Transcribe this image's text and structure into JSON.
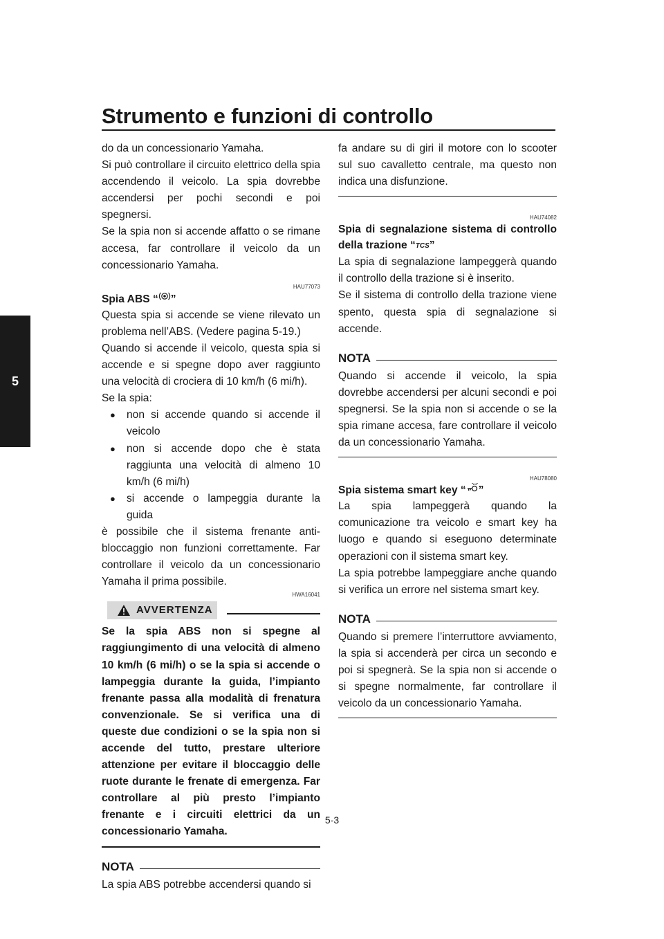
{
  "header": {
    "title": "Strumento e funzioni di controllo"
  },
  "chapter_tab": "5",
  "left_column": {
    "intro_paragraphs": [
      "do da un concessionario Yamaha.",
      "Si può controllare il circuito elettrico della spia accendendo il veicolo. La spia dovrebbe accendersi per pochi secondi e poi spegnersi.",
      "Se la spia non si accende affatto o se rimane accesa, far controllare il veicolo da un concessionario Yamaha."
    ],
    "abs_section": {
      "code": "HAU77073",
      "heading_prefix": "Spia ABS “",
      "heading_suffix": "”",
      "icon": "abs-warning-icon",
      "paragraphs": [
        "Questa spia si accende se viene rilevato un problema nell’ABS. (Vedere pagina 5-19.)",
        "Quando si accende il veicolo, questa spia si accende e si spegne dopo aver raggiunto una velocità di crociera di 10 km/h (6 mi/h).",
        "Se la spia:"
      ],
      "bullets": [
        "non si accende quando si accende il veicolo",
        "non si accende dopo che è stata raggiunta una velocità di almeno 10 km/h (6 mi/h)",
        "si accende o lampeggia durante la guida"
      ],
      "closing": "è possibile che il sistema frenante anti-bloccaggio non funzioni correttamente. Far controllare il veicolo da un concessionario Yamaha il prima possibile."
    },
    "warning": {
      "code": "HWA16041",
      "label": "AVVERTENZA",
      "icon": "warning-triangle-icon",
      "text": "Se la spia ABS non si spegne al raggiungimento di una velocità di almeno 10 km/h (6 mi/h) o se la spia si accende o lampeggia durante la guida, l’impianto frenante passa alla modalità di frenatura convenzionale. Se si verifica una di queste due condizioni o se la spia non si accende del tutto, prestare ulteriore attenzione per evitare il bloccaggio delle ruote durante le frenate di emergenza. Far controllare al più presto l’impianto frenante e i circuiti elettrici da un concessionario Yamaha."
    },
    "note": {
      "label": "NOTA",
      "text": "La spia ABS potrebbe accendersi quando si"
    }
  },
  "right_column": {
    "continuation": "fa andare su di giri il motore con lo scooter sul suo cavalletto centrale, ma questo non indica una disfunzione.",
    "tcs_section": {
      "code": "HAU74082",
      "heading_prefix": "Spia di segnalazione sistema di controllo della trazione “",
      "heading_suffix": "”",
      "icon_text": "TCS",
      "paragraphs": [
        "La spia di segnalazione lampeggerà quando il controllo della trazione si è inserito.",
        "Se il sistema di controllo della trazione viene spento, questa spia di segnalazione si accende."
      ],
      "note_label": "NOTA",
      "note_text": "Quando si accende il veicolo, la spia dovrebbe accendersi per alcuni secondi e poi spegnersi. Se la spia non si accende o se la spia rimane accesa, fare controllare il veicolo da un concessionario Yamaha."
    },
    "smartkey_section": {
      "code": "HAU78080",
      "heading_prefix": "Spia sistema smart key “",
      "heading_suffix": "”",
      "icon": "smart-key-icon",
      "paragraphs": [
        "La spia lampeggerà quando la comunicazione tra veicolo e smart key ha luogo e quando si eseguono determinate operazioni con il sistema smart key.",
        "La spia potrebbe lampeggiare anche quando si verifica un errore nel sistema smart key."
      ],
      "note_label": "NOTA",
      "note_text": "Quando si premere l’interruttore avviamento, la spia si accenderà per circa un secondo e poi si spegnerà. Se la spia non si accende o si spegne normalmente, far controllare il veicolo da un concessionario Yamaha."
    }
  },
  "footer": {
    "page_number": "5-3"
  }
}
